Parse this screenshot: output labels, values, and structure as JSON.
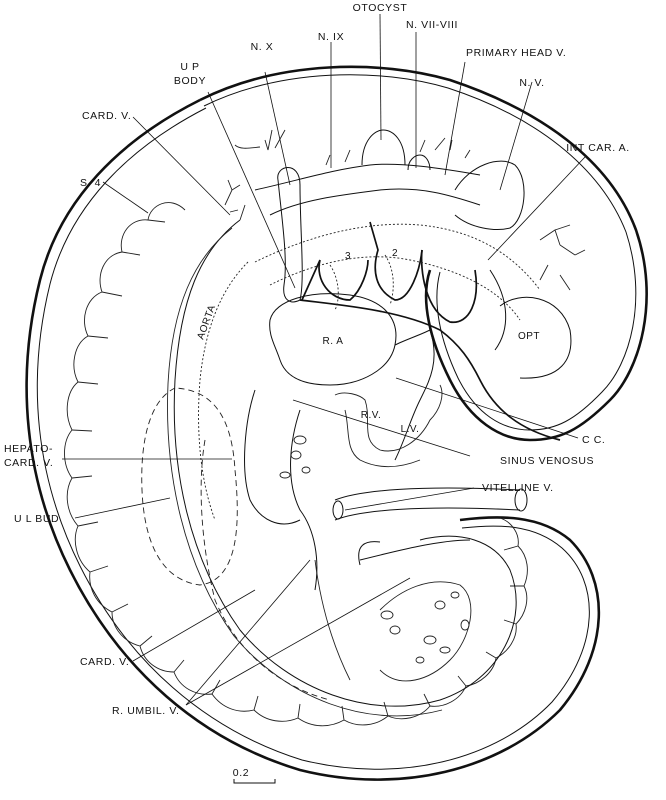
{
  "figure": {
    "labels": {
      "otocyst": "OTOCYST",
      "n_ix": "N. IX",
      "n_vii_viii": "N. VII-VIII",
      "n_x": "N. X",
      "primary_head_v": "PRIMARY HEAD V.",
      "up_body_line1": "U P",
      "up_body_line2": "BODY",
      "n_v": "N. V.",
      "card_v_upper": "CARD. V.",
      "int_car_a": "INT CAR. A.",
      "s4": "S. 4",
      "hepato_card_v_line1": "HEPATO-",
      "hepato_card_v_line2": "CARD. V.",
      "ul_bud": "U L  BUD",
      "cc": "C C.",
      "sinus_venosus": "SINUS VENOSUS",
      "vitelline_v": "VITELLINE V.",
      "card_v_lower": "CARD. V.",
      "r_umbil_v": "R. UMBIL. V."
    },
    "inner_labels": {
      "aorta": "AORTA",
      "ra": "R. A",
      "opt": "OPT",
      "rv": "R.V.",
      "lv": "L.V.",
      "arch_3": "3",
      "arch_2": "2"
    },
    "scale_bar": {
      "value": "0.2"
    }
  }
}
